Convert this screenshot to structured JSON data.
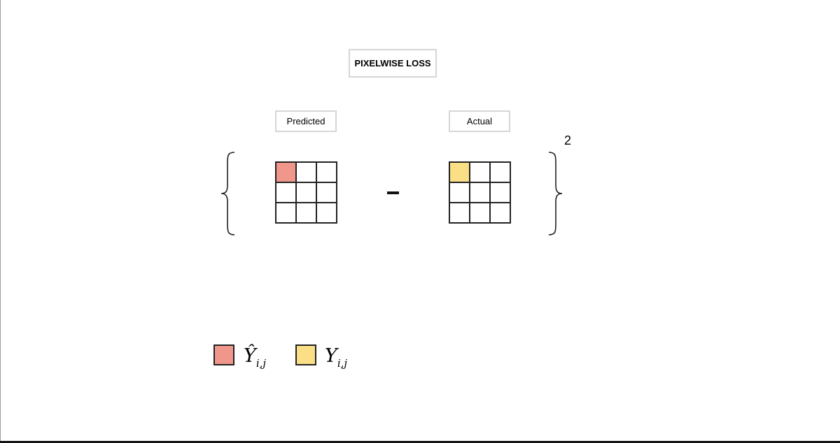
{
  "title": "PIXELWISE LOSS",
  "predicted": {
    "label": "Predicted",
    "grid": {
      "rows": 3,
      "cols": 3,
      "highlight_row": 0,
      "highlight_col": 0
    }
  },
  "actual": {
    "label": "Actual",
    "grid": {
      "rows": 3,
      "cols": 3,
      "highlight_row": 0,
      "highlight_col": 0
    }
  },
  "operator": "-",
  "exponent": "2",
  "legend": [
    {
      "symbol": "Ŷ",
      "subscript": "i,j",
      "color": "#f0968a"
    },
    {
      "symbol": "Y",
      "subscript": "i,j",
      "color": "#fbdf86"
    }
  ],
  "colors": {
    "predicted_highlight": "#f0968a",
    "actual_highlight": "#fbdf86",
    "grid_line": "#222222",
    "box_border": "#d6d6d6"
  }
}
